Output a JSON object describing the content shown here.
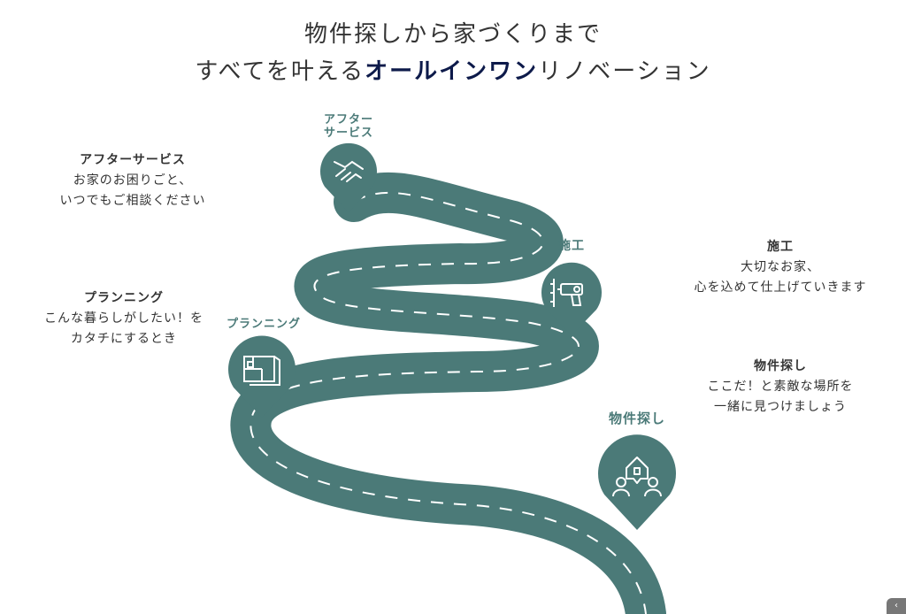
{
  "headline": {
    "line1": "物件探しから家づくりまで",
    "line2_prefix": "すべてを叶える",
    "line2_accent": "オールインワン",
    "line2_suffix": "リノベーション"
  },
  "colors": {
    "road": "#4b7a78",
    "accent": "#0d1a4a",
    "text": "#333333"
  },
  "steps": [
    {
      "id": "after-service",
      "pin_label_line1": "アフター",
      "pin_label_line2": "サービス",
      "title": "アフターサービス",
      "line1": "お家のお困りごと、",
      "line2": "いつでもご相談ください",
      "icon": "handshake-icon"
    },
    {
      "id": "construction",
      "pin_label": "施工",
      "title": "施工",
      "line1": "大切なお家、",
      "line2": "心を込めて仕上げていきます",
      "icon": "drill-icon"
    },
    {
      "id": "planning",
      "pin_label": "プランニング",
      "title": "プランニング",
      "line1": "こんな暮らしがしたい！を",
      "line2": "カタチにするとき",
      "icon": "floorplan-icon"
    },
    {
      "id": "property-search",
      "pin_label": "物件探し",
      "title": "物件探し",
      "line1": "ここだ！と素敵な場所を",
      "line2": "一緒に見つけましょう",
      "icon": "house-search-icon"
    }
  ],
  "corner_button": {
    "label": "‹",
    "icon": "chevron-left-icon"
  }
}
